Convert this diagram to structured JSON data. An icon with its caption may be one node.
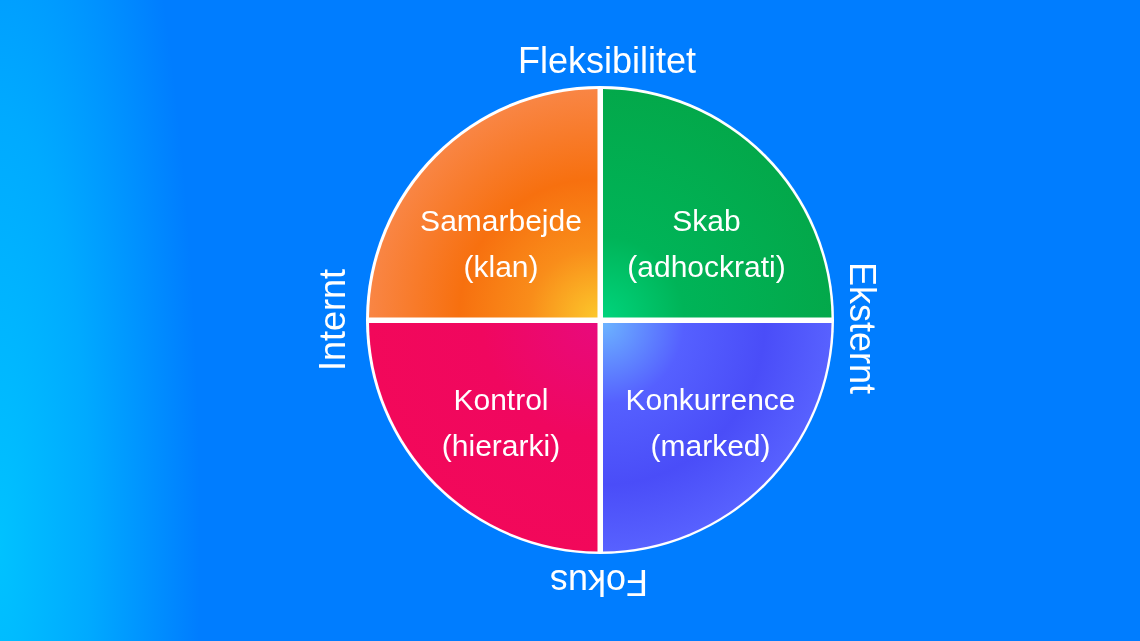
{
  "diagram": {
    "nodes": [
      {
        "text": [
          "Samarbejde (klan)"
        ]
      },
      {
        "text": [
          "Skab (adhockrati)"
        ]
      },
      {
        "text": [
          "Kontrol (hierarki)"
        ]
      },
      {
        "text": [
          "Konkurrence (marked)"
        ]
      }
    ],
    "labels": [
      "Fleksibilitet",
      "Internt",
      "Eksternt",
      "Fokus"
    ]
  }
}
